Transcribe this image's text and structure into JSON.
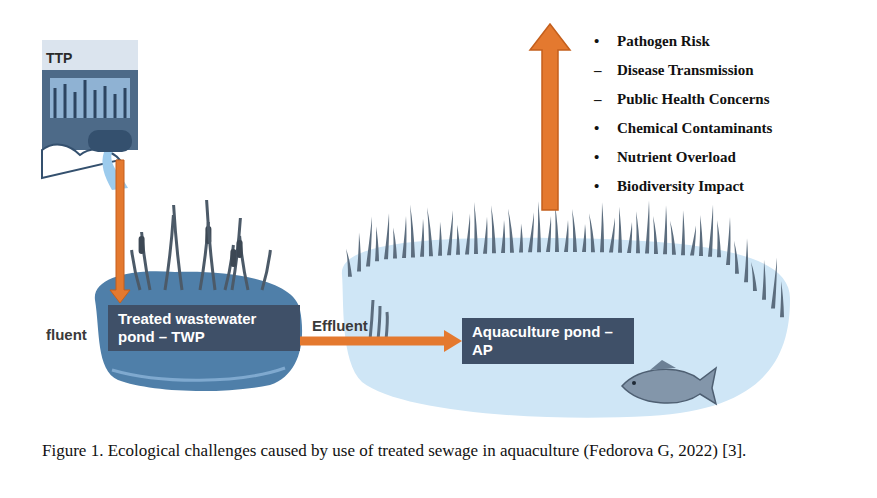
{
  "diagram": {
    "caption": "Figure 1. Ecological challenges caused by use of treated sewage in aquaculture (Fedorova G, 2022) [3].",
    "nodes": [
      {
        "text": [
          "Treated wastewater pond – TWP"
        ]
      },
      {
        "text": [
          "Aquaculture pond – AP"
        ]
      }
    ],
    "edges": [
      {
        "from": 0,
        "to": 1,
        "arrow": "to",
        "label": "Effluent"
      }
    ],
    "labels": [
      "TTP",
      "fluent",
      "•",
      "Pathogen Risk",
      "–",
      "Disease Transmission",
      "–",
      "Public Health Concerns",
      "•",
      "Chemical Contaminants",
      "•",
      "Nutrient Overload",
      "•",
      "Biodiversity Impact"
    ]
  }
}
